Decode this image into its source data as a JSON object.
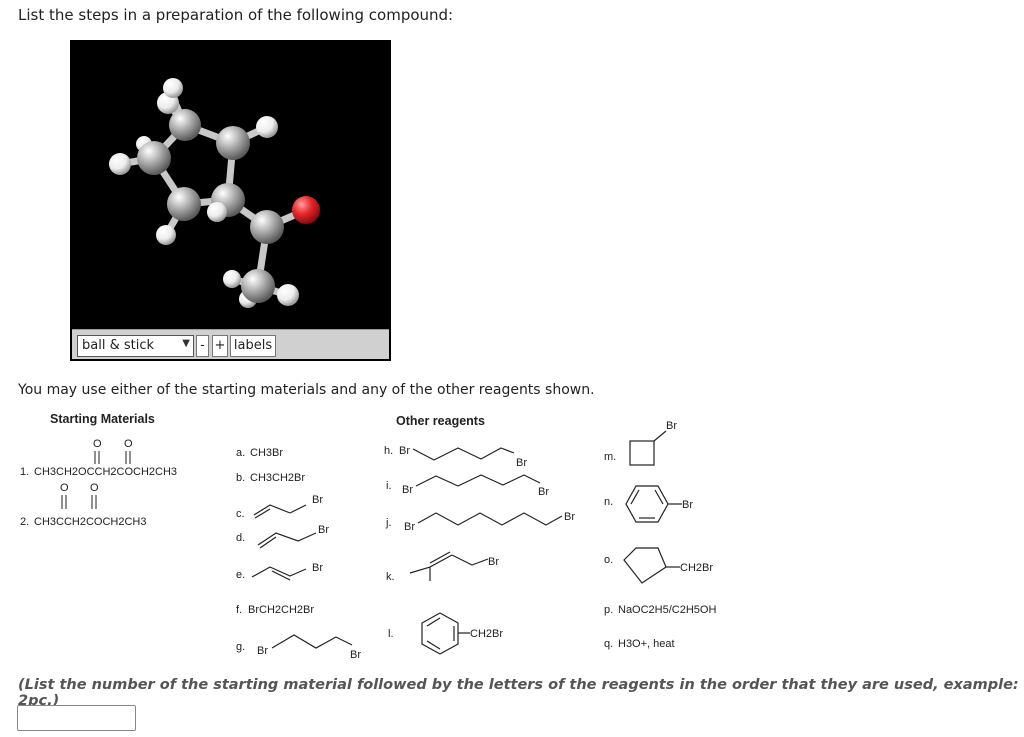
{
  "prompt": "List the steps in a preparation of the following compound:",
  "viewer": {
    "style_option": "ball & stick",
    "minus_label": "-",
    "plus_label": "+",
    "labels_label": "labels",
    "atom_colors": {
      "carbon": "#9a9a9a",
      "hydrogen": "#f2f2f2",
      "oxygen": "#e8262b"
    }
  },
  "hint": "You may use either of the starting materials and any of the other reagents shown.",
  "starting_materials": {
    "heading": "Starting Materials",
    "items": [
      {
        "number": "1.",
        "formula": "CH3CH2OCCH2COCH2CH3"
      },
      {
        "number": "2.",
        "formula": "CH3CCH2COCH2CH3"
      }
    ],
    "carbonyl_label": "O"
  },
  "other_reagents": {
    "heading": "Other reagents",
    "a": {
      "letter": "a.",
      "formula": "CH3Br"
    },
    "b": {
      "letter": "b.",
      "formula": "CH3CH2Br"
    },
    "c": {
      "letter": "c.",
      "br": "Br"
    },
    "d": {
      "letter": "d.",
      "br": "Br"
    },
    "e": {
      "letter": "e.",
      "br": "Br"
    },
    "f": {
      "letter": "f.",
      "formula": "BrCH2CH2Br"
    },
    "g": {
      "letter": "g.",
      "br_left": "Br",
      "br_right": "Br"
    },
    "h": {
      "letter": "h.",
      "br_left": "Br",
      "br_right": "Br"
    },
    "i": {
      "letter": "i.",
      "br_left": "Br",
      "br_right": "Br"
    },
    "j": {
      "letter": "j.",
      "br_left": "Br",
      "br_right": "Br"
    },
    "k": {
      "letter": "k.",
      "br": "Br"
    },
    "l": {
      "letter": "l.",
      "group": "CH2Br"
    },
    "m": {
      "letter": "m.",
      "br": "Br"
    },
    "n": {
      "letter": "n.",
      "br": "Br"
    },
    "o": {
      "letter": "o.",
      "group": "CH2Br"
    },
    "p": {
      "letter": "p.",
      "formula": "NaOC2H5/C2H5OH"
    },
    "q": {
      "letter": "q.",
      "formula": "H3O+, heat"
    }
  },
  "instructions": "(List the number of the starting material followed by the letters of the reagents in the order that they are used, example: 2pc.)",
  "answer": {
    "value": "",
    "placeholder": ""
  }
}
